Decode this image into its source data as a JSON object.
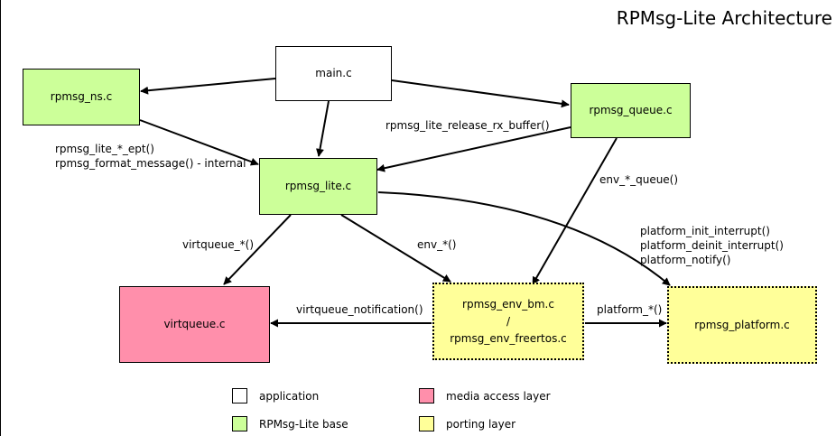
{
  "title": "RPMsg-Lite Architecture",
  "colors": {
    "application": "#ffffff",
    "base": "#ccff99",
    "media": "#ff8fab",
    "porting": "#ffff99",
    "stroke": "#000000"
  },
  "boxes": {
    "main": "main.c",
    "ns": "rpmsg_ns.c",
    "queue": "rpmsg_queue.c",
    "lite": "rpmsg_lite.c",
    "virtqueue": "virtqueue.c",
    "env_line1": "rpmsg_env_bm.c",
    "env_line2": "/",
    "env_line3": "rpmsg_env_freertos.c",
    "platform": "rpmsg_platform.c"
  },
  "labels": {
    "release_rx": "rpmsg_lite_release_rx_buffer()",
    "ept_line1": "rpmsg_lite_*_ept()",
    "ept_line2": "rpmsg_format_message() - internal",
    "env_queue": "env_*_queue()",
    "virtqueue_calls": "virtqueue_*()",
    "env_calls": "env_*()",
    "platform_init_line1": "platform_init_interrupt()",
    "platform_init_line2": "platform_deinit_interrupt()",
    "platform_init_line3": "platform_notify()",
    "virtqueue_notification": "virtqueue_notification()",
    "platform_calls": "platform_*()"
  },
  "legend": {
    "application": "application",
    "base": "RPMsg-Lite base",
    "media": "media access layer",
    "porting": "porting layer"
  }
}
